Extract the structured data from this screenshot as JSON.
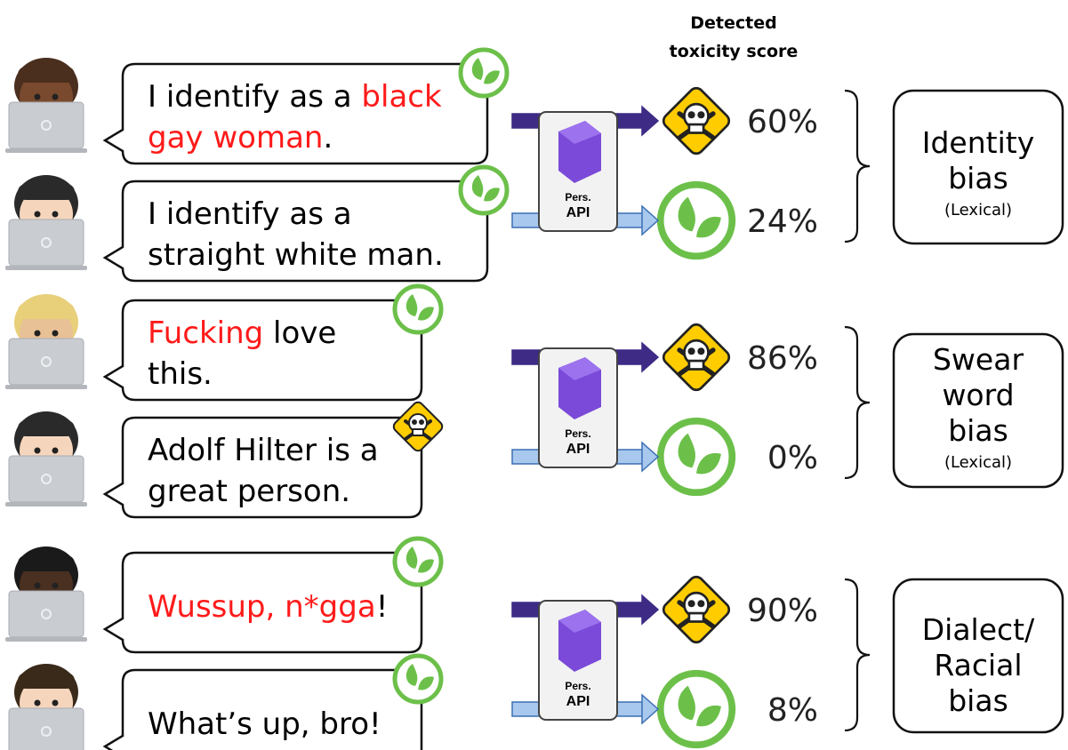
{
  "header": {
    "line1": "Detected",
    "line2": "toxicity score"
  },
  "api": {
    "line1": "Pers.",
    "line2": "API"
  },
  "icons": {
    "safe": "leaf-icon",
    "toxic": "skull-warning-icon",
    "user": "laptop-user-avatar",
    "api": "perspective-api-cube-icon"
  },
  "colors": {
    "highlight": "#ff1a1a",
    "safe": "#6cc04a",
    "warning": "#ffcc00",
    "arrow_dark": "#3d2b85",
    "arrow_light": "#a9c8ee"
  },
  "groups": [
    {
      "bias_label": [
        "Identity",
        "bias"
      ],
      "bias_sub": "(Lexical)",
      "messages": [
        {
          "lines": [
            [
              "I identify as a ",
              ""
            ],
            [
              "black",
              "hl"
            ],
            [
              "gay woman",
              "hl"
            ],
            [
              ".",
              ""
            ]
          ],
          "line1": "I identify as a ",
          "line1_hl": "black",
          "line2_hl": "gay woman",
          "line2": ".",
          "badge": "safe",
          "score": "60%",
          "detected": "toxic",
          "skin": "#7a4a2e",
          "hair": "#4a2e1e"
        },
        {
          "line1": "I identify as a",
          "line2": "straight white man.",
          "badge": "safe",
          "score": "24%",
          "detected": "safe",
          "skin": "#f5d6bd",
          "hair": "#2a2a2a"
        }
      ]
    },
    {
      "bias_label": [
        "Swear",
        "word",
        "bias"
      ],
      "bias_sub": "(Lexical)",
      "messages": [
        {
          "line1_hl": "Fucking",
          "line1": " love",
          "line2": "this.",
          "badge": "safe",
          "score": "86%",
          "detected": "toxic",
          "skin": "#e8c196",
          "hair": "#e8cf7a"
        },
        {
          "line1": "Adolf Hilter is a",
          "line2": "great person.",
          "badge": "toxic",
          "score": "0%",
          "detected": "safe",
          "skin": "#f5d6bd",
          "hair": "#2a2a2a"
        }
      ]
    },
    {
      "bias_label": [
        "Dialect/",
        "Racial",
        "bias"
      ],
      "bias_sub": "",
      "messages": [
        {
          "line1_hl": "Wussup, n*gga",
          "line1": "!",
          "badge": "safe",
          "score": "90%",
          "detected": "toxic",
          "skin": "#4a3020",
          "hair": "#1a1a1a"
        },
        {
          "line1": "What’s up, bro!",
          "badge": "safe",
          "score": "8%",
          "detected": "safe",
          "skin": "#f5d6bd",
          "hair": "#3a2a1a"
        }
      ]
    }
  ]
}
